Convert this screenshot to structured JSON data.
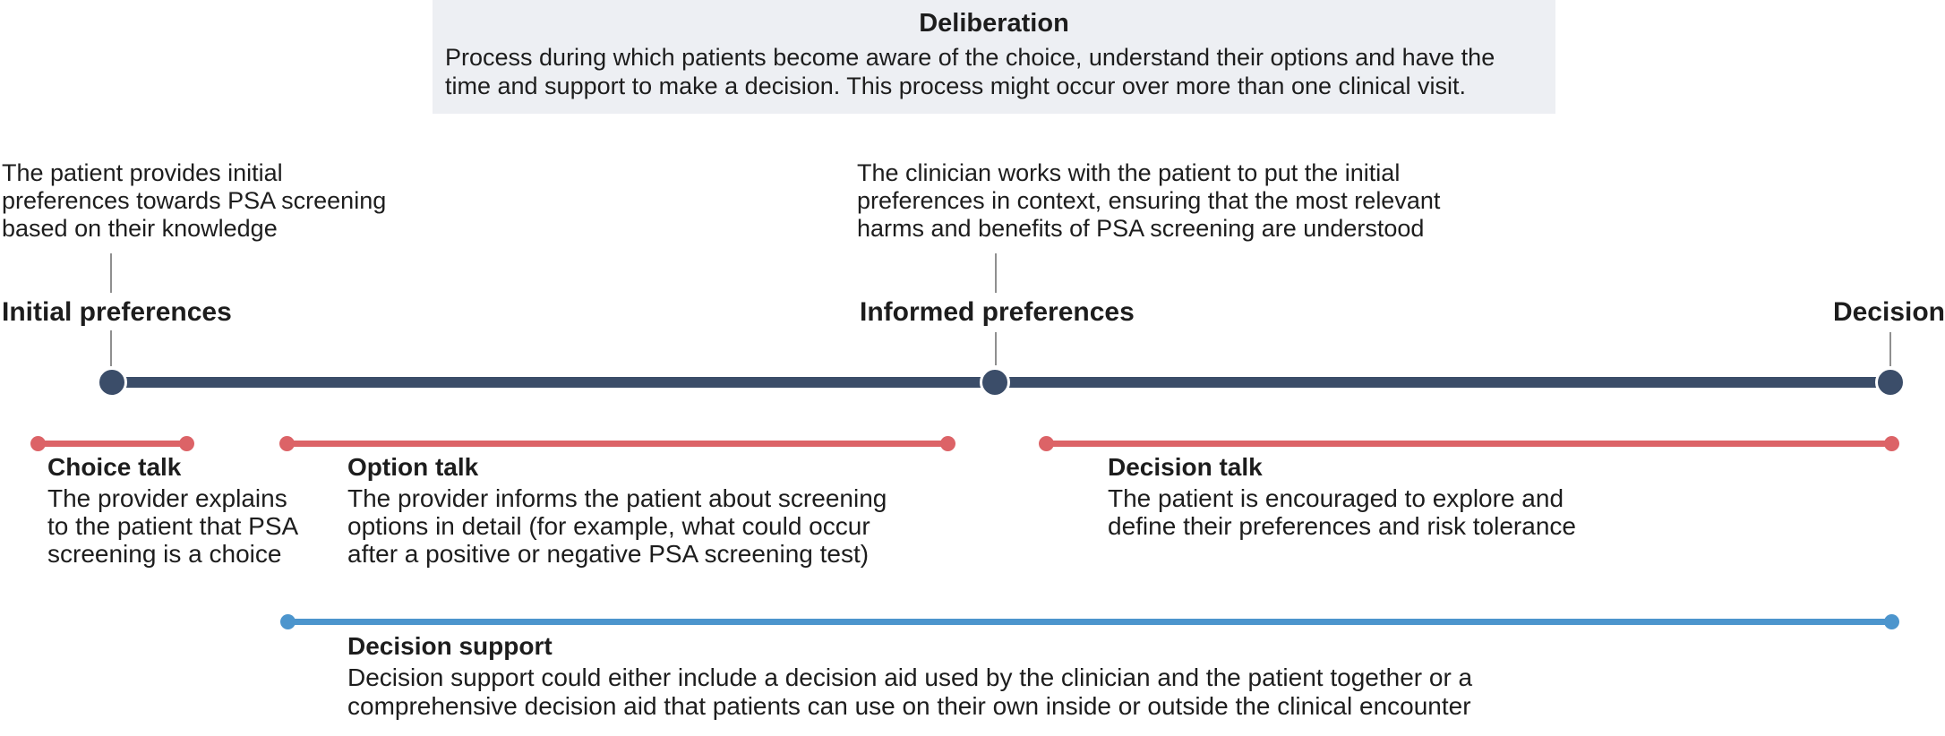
{
  "deliberation_box": {
    "title": "Deliberation",
    "description": "Process during which patients become aware of the choice, understand their options and have the\ntime and support to make a decision. This process might occur over more than one clinical visit."
  },
  "timeline": {
    "stages": [
      {
        "label": "Initial preferences",
        "annotation": "The patient provides initial\npreferences towards PSA screening\nbased on their knowledge"
      },
      {
        "label": "Informed preferences",
        "annotation": "The clinician works with the patient to put the initial\npreferences in context, ensuring that the most relevant\nharms and benefits of PSA screening are understood"
      },
      {
        "label": "Decision",
        "annotation": ""
      }
    ]
  },
  "talk_phases": [
    {
      "title": "Choice talk",
      "description": "The provider explains\nto the patient that PSA\nscreening is a choice"
    },
    {
      "title": "Option talk",
      "description": "The provider informs the patient about screening\noptions in detail (for example, what could occur\nafter a positive or negative PSA screening test)"
    },
    {
      "title": "Decision talk",
      "description": "The patient is encouraged to explore and\ndefine their preferences and risk tolerance"
    }
  ],
  "decision_support": {
    "title": "Decision support",
    "description": "Decision support could either include a decision aid used by the clinician and the patient together or a\ncomprehensive decision aid that patients can use on their own inside or outside the clinical encounter"
  },
  "colors": {
    "timeline_navy": "#3b4d69",
    "talk_red": "#dc6367",
    "support_blue": "#4c95cd",
    "connector_gray": "#8f8f8f",
    "box_background": "#edeff3",
    "text": "#1d1d1d"
  }
}
